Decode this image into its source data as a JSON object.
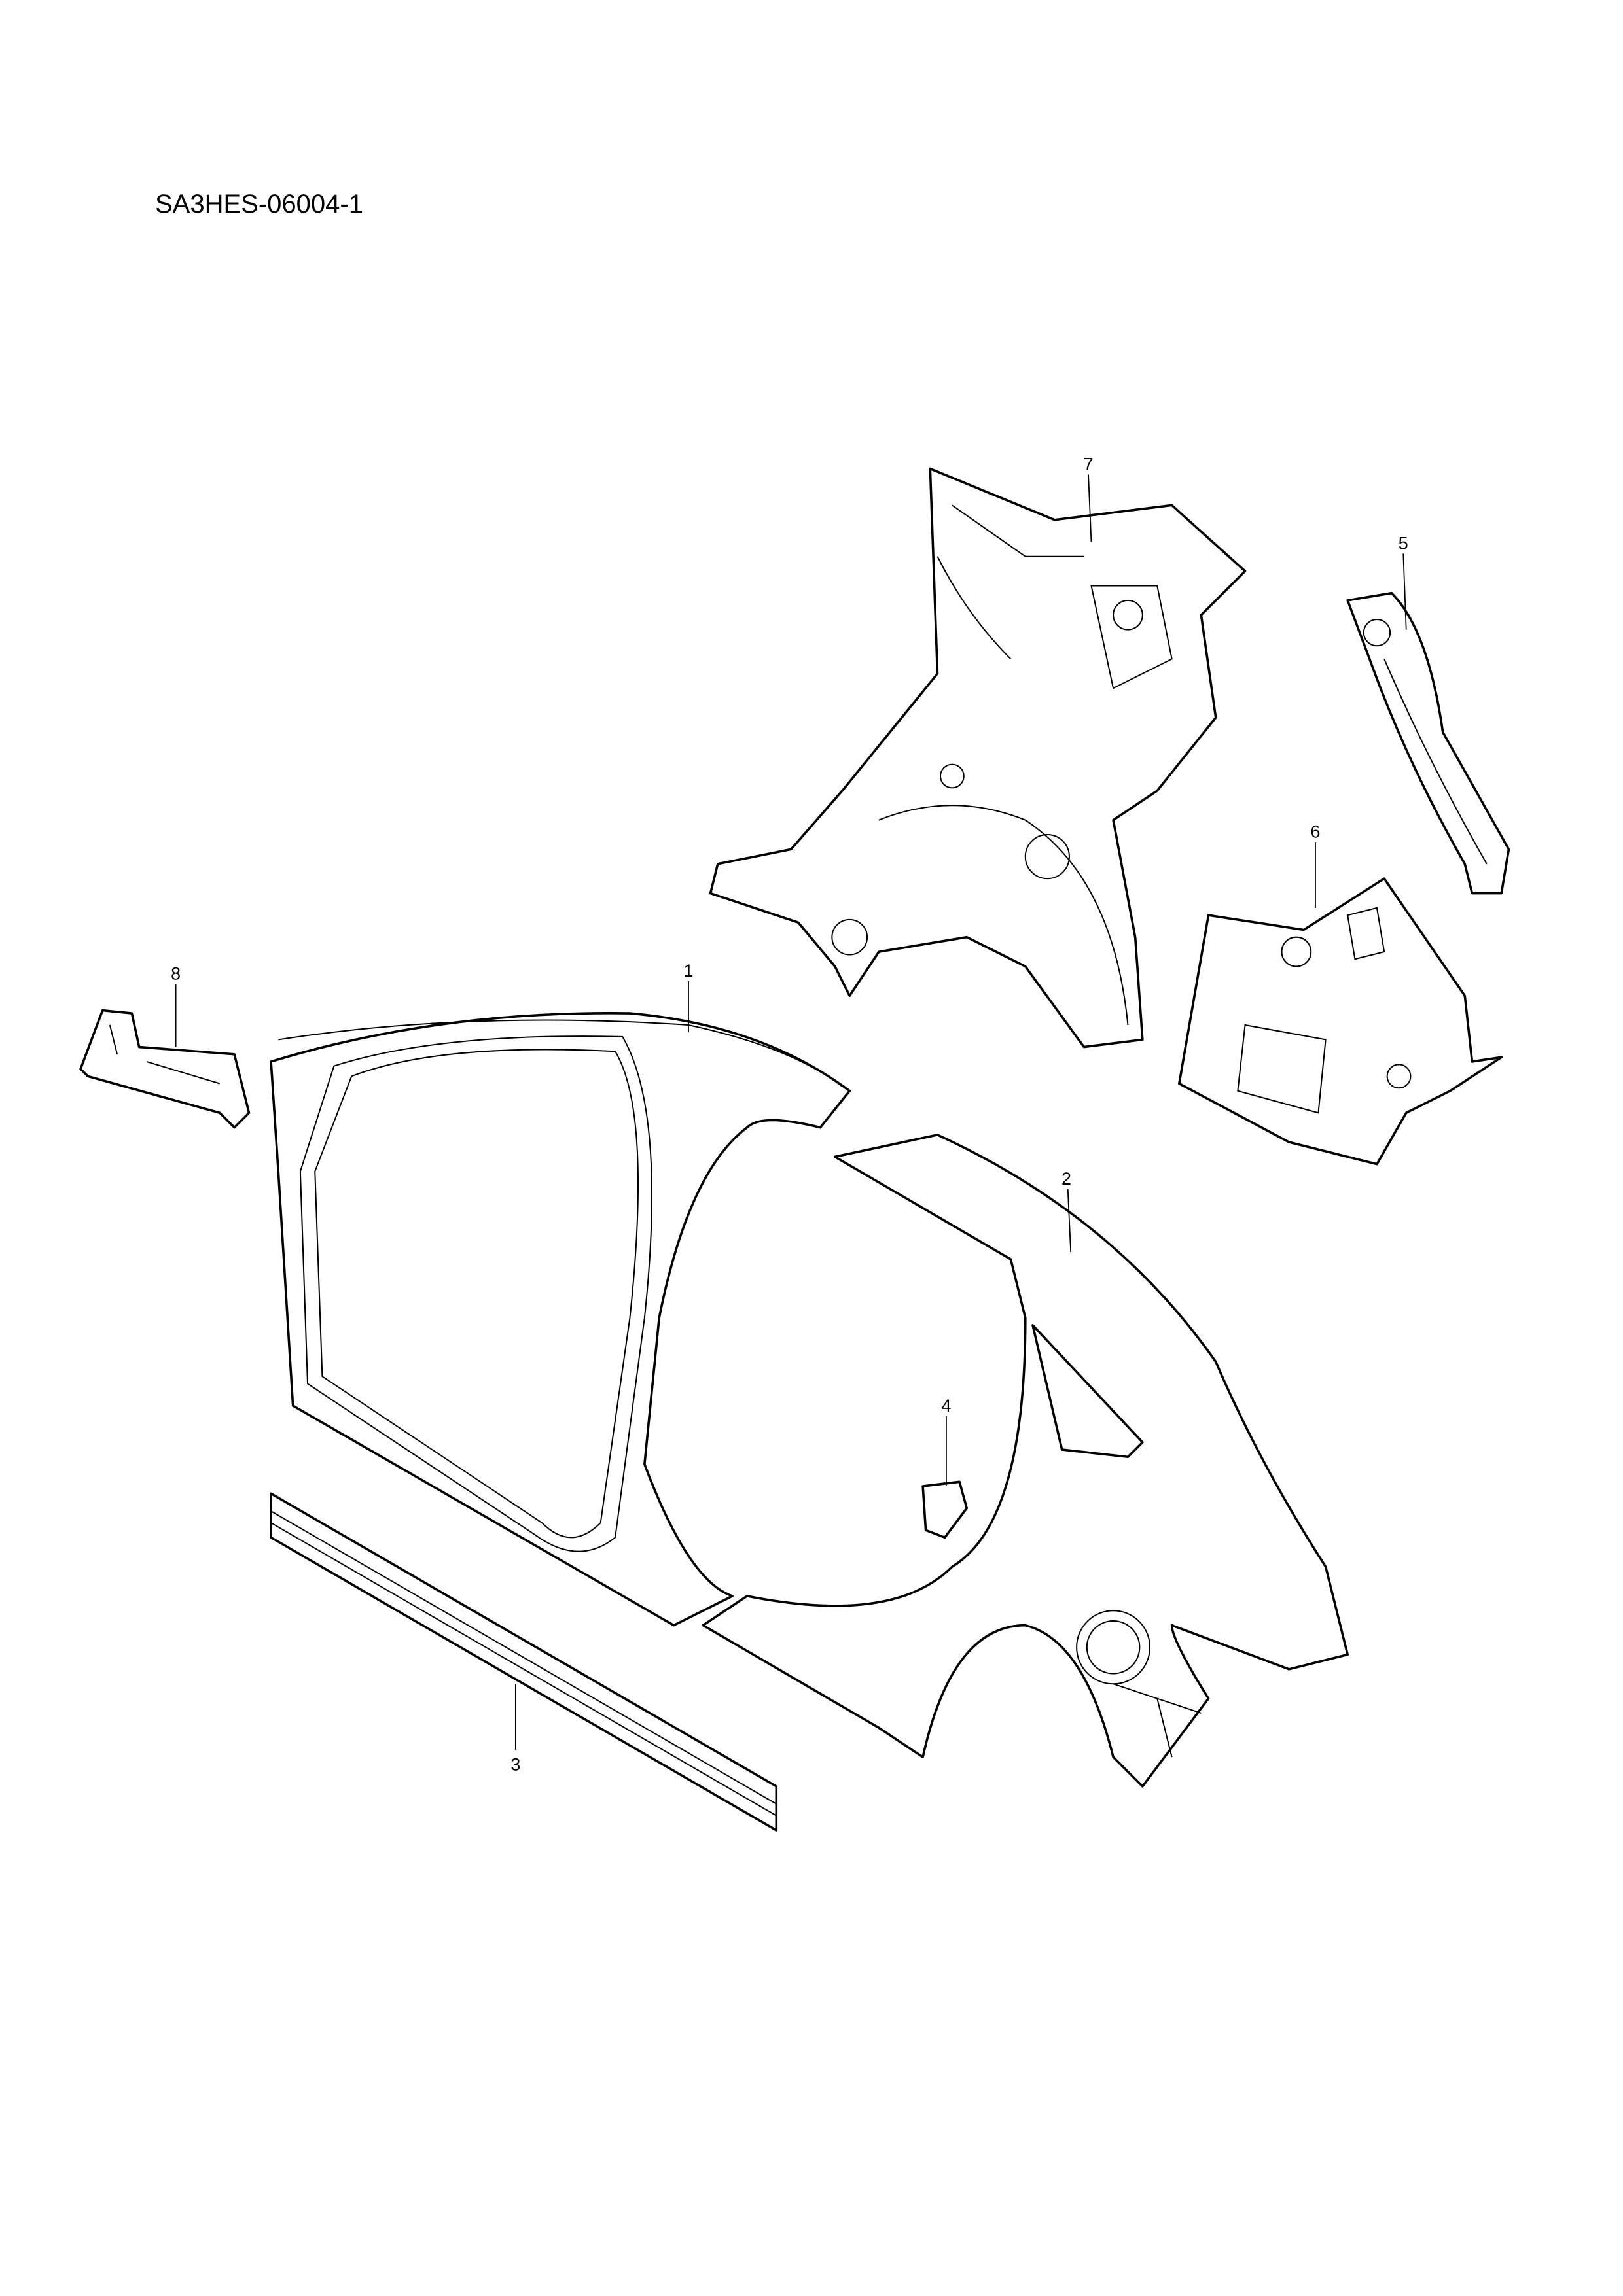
{
  "diagram_code": "SA3HES-06004-1",
  "callouts": [
    {
      "number": "1"
    },
    {
      "number": "2"
    },
    {
      "number": "3"
    },
    {
      "number": "4"
    },
    {
      "number": "5"
    },
    {
      "number": "6"
    },
    {
      "number": "7"
    },
    {
      "number": "8"
    }
  ],
  "colors": {
    "line": "#000000",
    "background": "#ffffff"
  }
}
